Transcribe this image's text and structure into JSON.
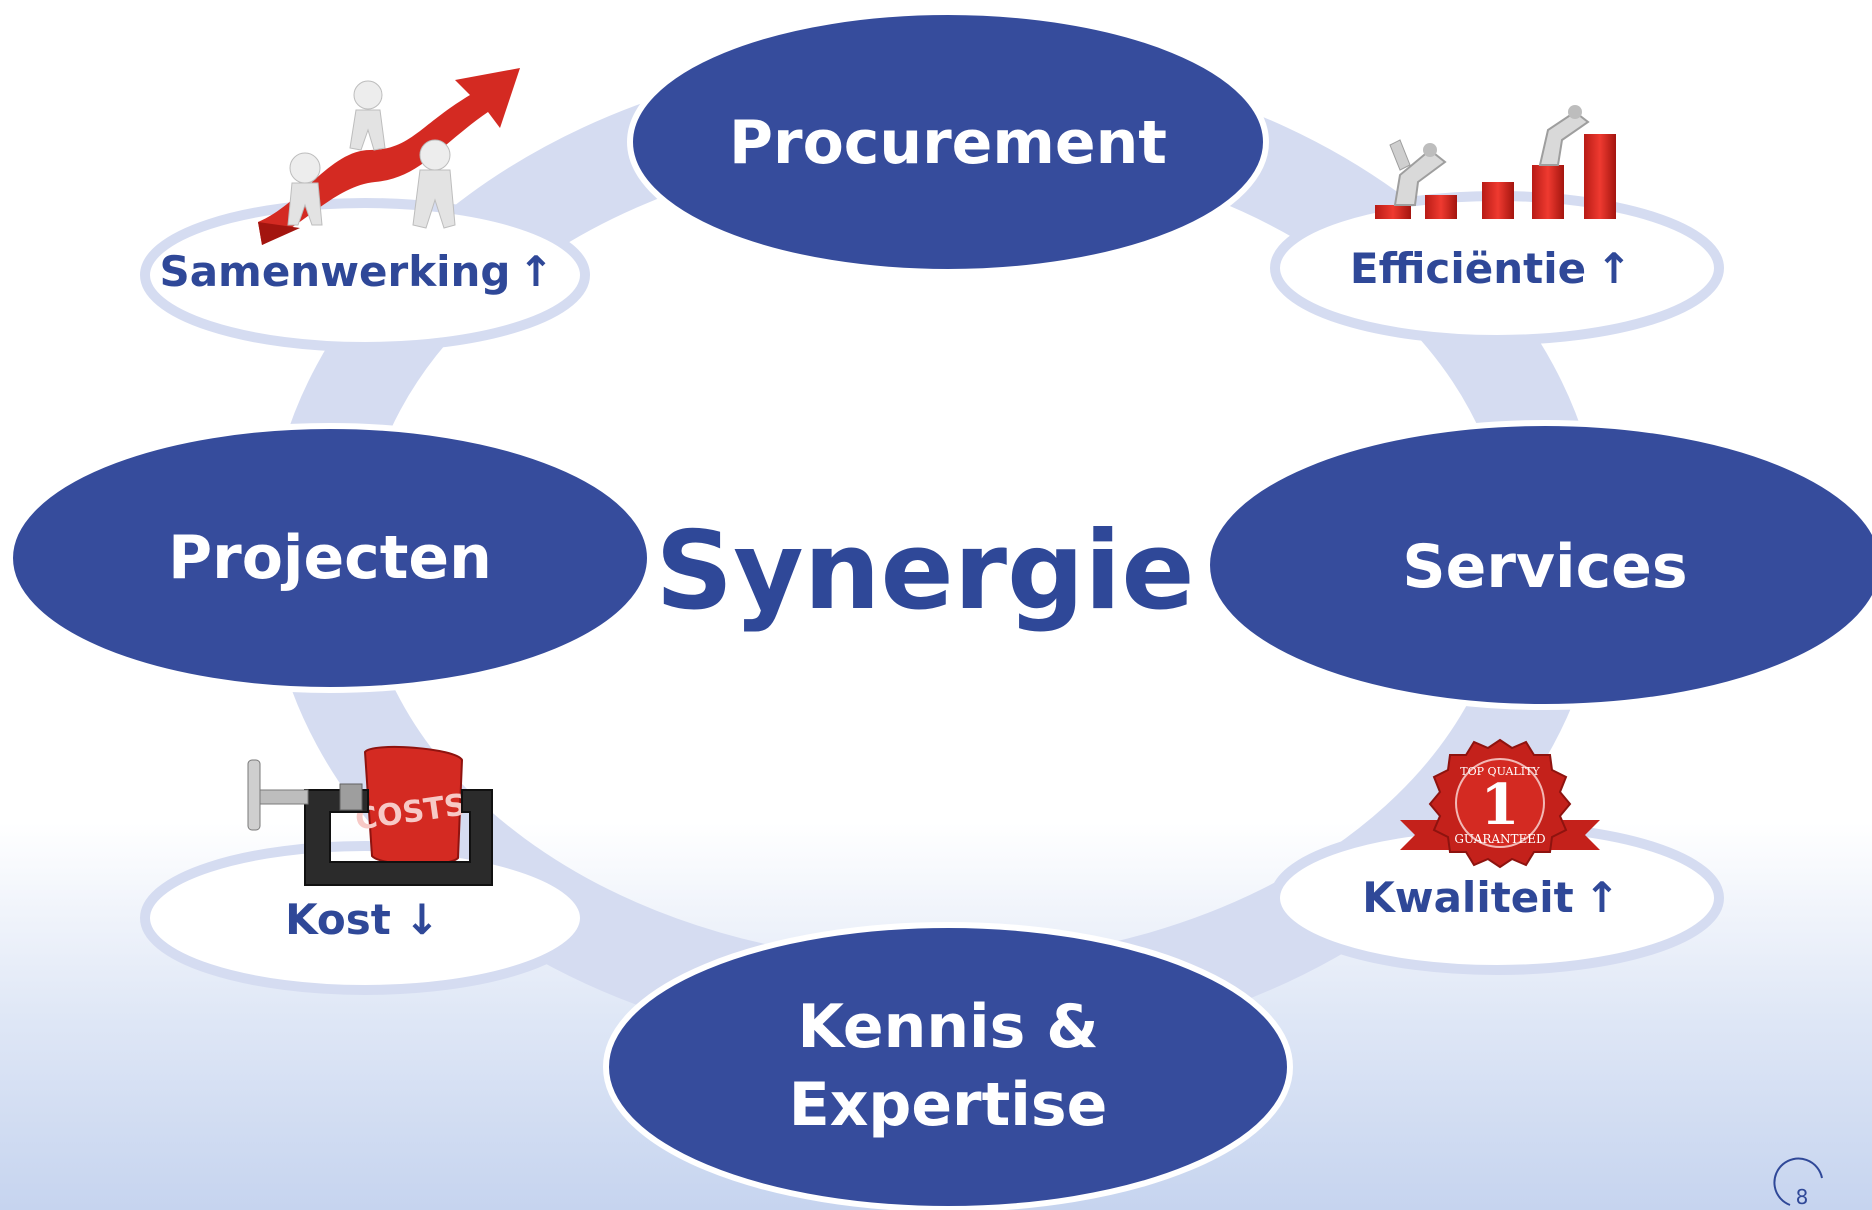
{
  "center": {
    "label": "Synergie"
  },
  "nodes": {
    "procurement": "Procurement",
    "services": "Services",
    "kennis_line1": "Kennis &",
    "kennis_line2": "Expertise",
    "projecten": "Projecten"
  },
  "benefits": {
    "samenwerking": {
      "label": "Samenwerking",
      "arrow": "↑",
      "icon": "people-arrow-icon"
    },
    "efficientie": {
      "label": "Efficiëntie",
      "arrow": "↑",
      "icon": "robot-bar-chart-icon"
    },
    "kwaliteit": {
      "label": "Kwaliteit",
      "arrow": "↑",
      "icon": "quality-seal-icon"
    },
    "kost": {
      "label": "Kost",
      "arrow": "↓",
      "icon": "clamp-costs-icon"
    }
  },
  "seal_text": {
    "top": "TOP QUALITY",
    "number": "1",
    "ribbon": "GUARANTEED"
  },
  "clamp_text": "COSTS",
  "page_number": "8",
  "colors": {
    "node": "#364c9c",
    "ring": "#d5dcf1",
    "text": "#2f4898",
    "accent_red": "#d42a22"
  }
}
